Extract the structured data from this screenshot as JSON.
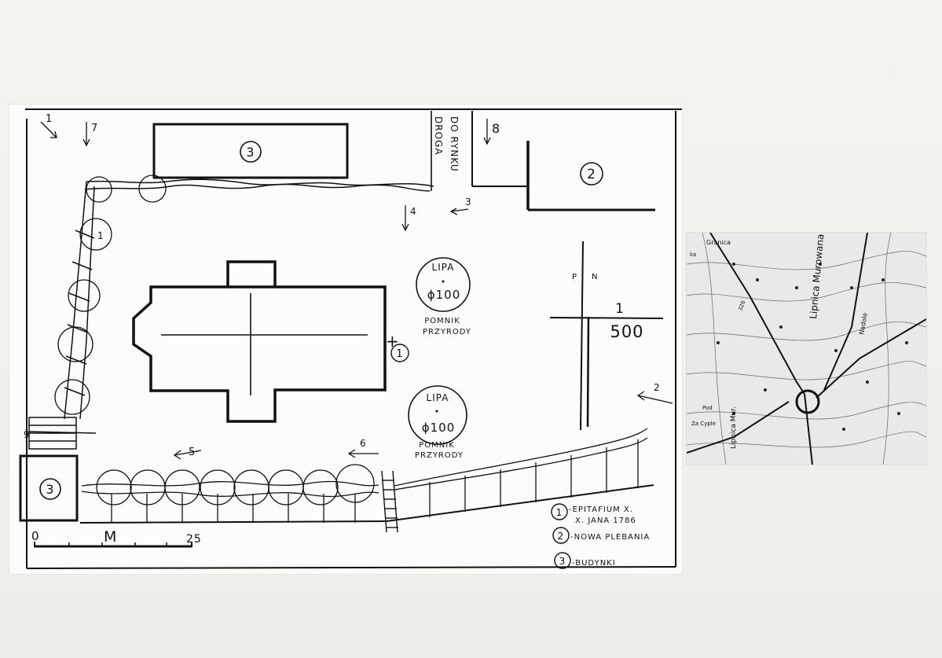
{
  "plan": {
    "road_label_1": "DROGA",
    "road_label_2": "DO RYNKU",
    "building_number_3": "3",
    "building_number_2": "2",
    "tree1": {
      "name": "LIPA",
      "size": "ɸ100",
      "note_1": "POMNIK",
      "note_2": "PRZYRODY"
    },
    "tree2": {
      "name": "LIPA",
      "size": "ɸ100",
      "note_1": "POMNIK",
      "note_2": "PRZYRODY"
    },
    "epitaph_marker": "1",
    "epitaph_plus": "+",
    "tree_marker": "1",
    "north": {
      "p": "P",
      "n": "N"
    },
    "scale_ratio_top": "1",
    "scale_ratio_bottom": "500",
    "scale_bar": {
      "start": "0",
      "unit": "M",
      "end": "25"
    },
    "stairs_label": "9",
    "view_arrows": [
      "1",
      "7",
      "8",
      "4",
      "3",
      "2",
      "5",
      "6"
    ],
    "legend": [
      {
        "num": "1",
        "text_1": "-EPITAFIUM X.",
        "text_2": "X. JANA 1786"
      },
      {
        "num": "2",
        "text_1": "-NOWA PLEBANIA"
      },
      {
        "num": "3",
        "text_1": "-BUDYNKI"
      }
    ]
  },
  "location_map": {
    "labels": {
      "town_name": "Lipnica Murowana",
      "gr": "Granica",
      "town_small": "Lipnica Mur.",
      "nadole": "Nadole",
      "spot_height": "326",
      "pod": "Pod",
      "ka": "ka",
      "za": "Za Cyple"
    }
  }
}
